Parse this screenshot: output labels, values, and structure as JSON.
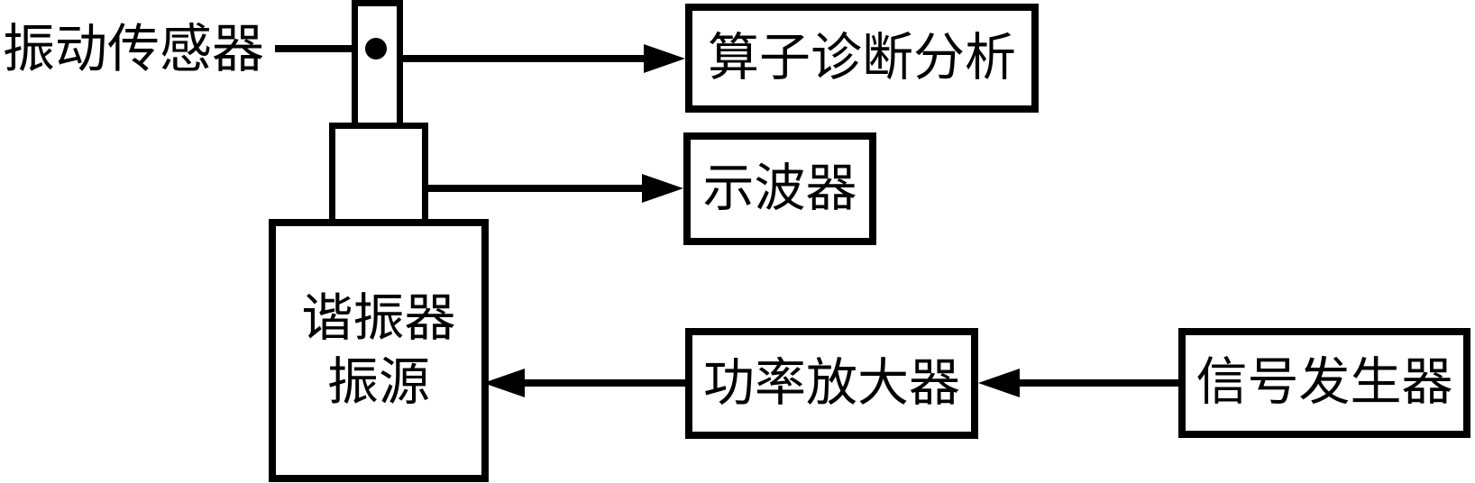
{
  "diagram": {
    "title_hint": "vibration measurement block diagram",
    "colors": {
      "ink": "#000000",
      "background": "#ffffff"
    },
    "sensor": {
      "label": "振动传感器"
    },
    "boxes": {
      "diagnosis": {
        "label": "算子诊断分析"
      },
      "oscilloscope": {
        "label": "示波器"
      },
      "resonator": {
        "label_line1": "谐振器",
        "label_line2": "振源"
      },
      "amplifier": {
        "label": "功率放大器"
      },
      "generator": {
        "label": "信号发生器"
      }
    }
  }
}
